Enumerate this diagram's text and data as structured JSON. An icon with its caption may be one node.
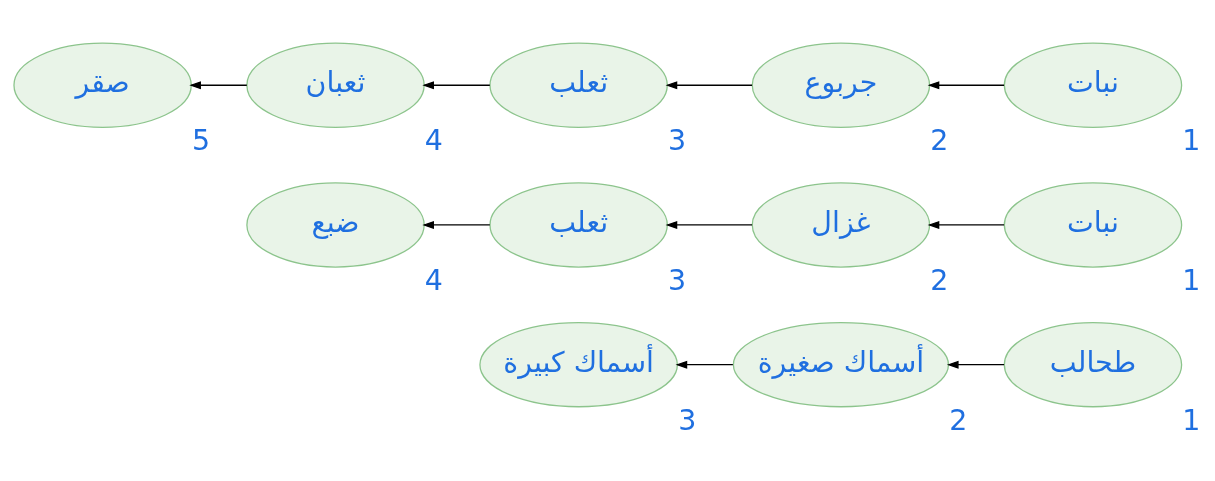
{
  "diagram": {
    "nodes": [
      {
        "text": [
          "طحالب"
        ],
        "beside": [
          "1"
        ]
      },
      {
        "text": [
          "أسماك صغيرة"
        ],
        "beside": [
          "2"
        ]
      },
      {
        "text": [
          "أسماك كبيرة"
        ],
        "beside": [
          "3"
        ]
      },
      {
        "text": [
          "نبات"
        ],
        "beside": [
          "1"
        ]
      },
      {
        "text": [
          "غزال"
        ],
        "beside": [
          "2"
        ]
      },
      {
        "text": [
          "ثعلب"
        ],
        "beside": [
          "3"
        ]
      },
      {
        "text": [
          "ضبع"
        ],
        "beside": [
          "4"
        ]
      },
      {
        "text": [
          "نبات"
        ],
        "beside": [
          "1"
        ]
      },
      {
        "text": [
          "جربوع"
        ],
        "beside": [
          "2"
        ]
      },
      {
        "text": [
          "ثعلب"
        ],
        "beside": [
          "3"
        ]
      },
      {
        "text": [
          "ثعبان"
        ],
        "beside": [
          "4"
        ]
      },
      {
        "text": [
          "صقر"
        ],
        "beside": [
          "5"
        ]
      }
    ],
    "edges": [
      {
        "from": 0,
        "to": 1,
        "arrow": "to"
      },
      {
        "from": 1,
        "to": 2,
        "arrow": "to"
      },
      {
        "from": 3,
        "to": 4,
        "arrow": "to"
      },
      {
        "from": 4,
        "to": 5,
        "arrow": "to"
      },
      {
        "from": 5,
        "to": 6,
        "arrow": "to"
      },
      {
        "from": 7,
        "to": 8,
        "arrow": "to"
      },
      {
        "from": 8,
        "to": 9,
        "arrow": "to"
      },
      {
        "from": 9,
        "to": 10,
        "arrow": "to"
      },
      {
        "from": 10,
        "to": 11,
        "arrow": "to"
      }
    ]
  }
}
